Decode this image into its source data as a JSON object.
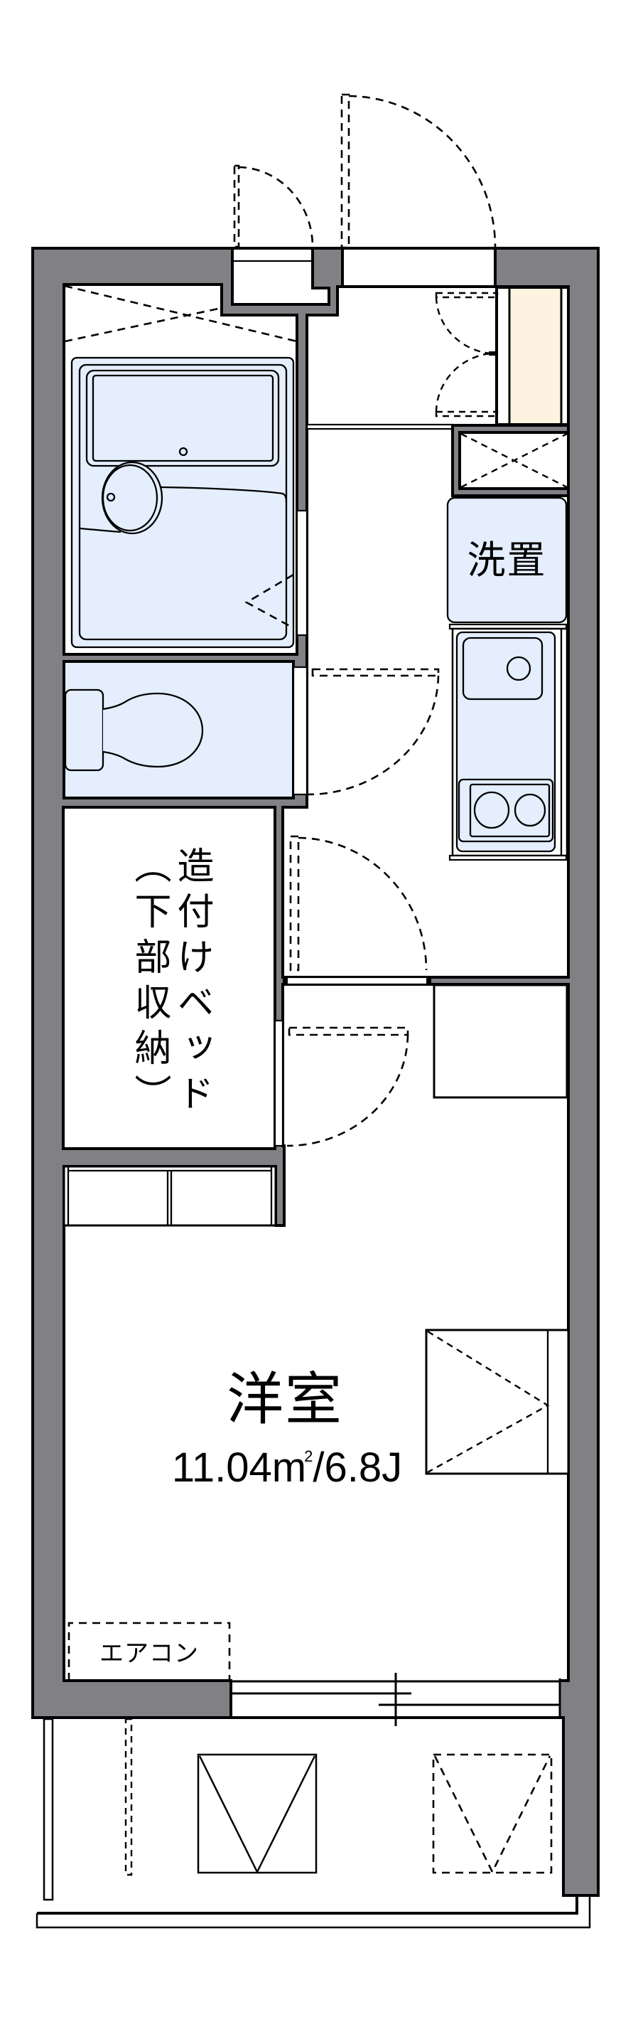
{
  "floor_plan": {
    "labels": {
      "washer_space": "洗置",
      "built_in_bed": "造付けベッド",
      "built_in_bed_note": "（下部収納）",
      "air_conditioner": "エアコン"
    },
    "western_room": {
      "label": "洋室",
      "area_value": "11.04",
      "area_unit_base": "m",
      "area_unit_exponent": "2",
      "separator": "/",
      "tatami": "6.8J"
    },
    "colors": {
      "wall": "#808085",
      "fixture": "#e4eefc",
      "cabinet": "#fef3e0",
      "line": "#000000",
      "bg": "#ffffff"
    }
  }
}
